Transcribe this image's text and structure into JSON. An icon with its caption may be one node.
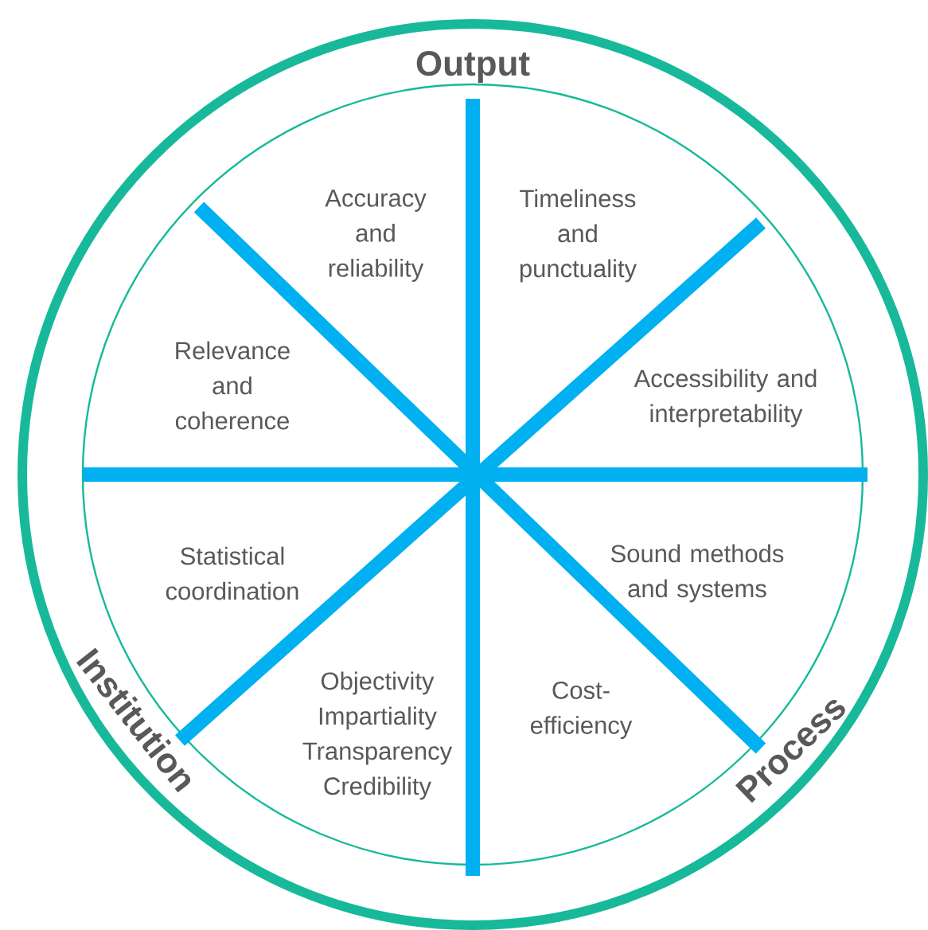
{
  "diagram": {
    "labels": [
      "Output",
      "Accuracy and reliability",
      "Timeliness and punctuality",
      "Relevance and coherence",
      "Accessibility and interpretability",
      "Statistical coordination",
      "Sound methods and systems",
      "Objectivity Impartiality Transparency Credibility",
      "Cost-efficiency",
      "Institution",
      "Process"
    ]
  }
}
